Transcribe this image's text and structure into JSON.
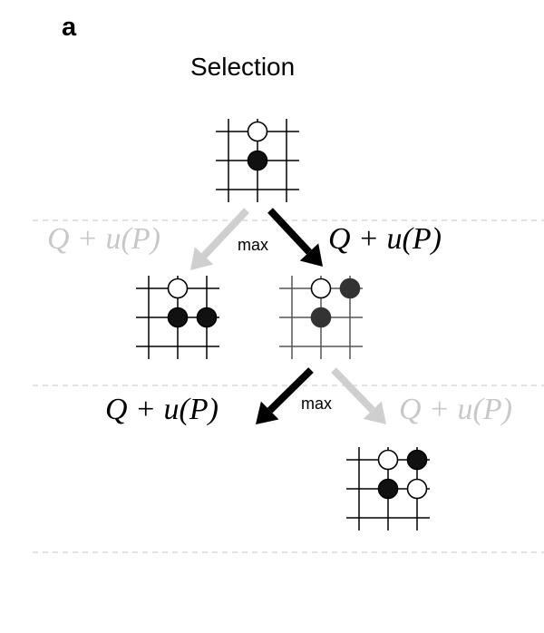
{
  "panel_label": "a",
  "title": "Selection",
  "formula": "Q + u(P)",
  "max_label": "max",
  "colors": {
    "active": "#000000",
    "faded": "#cfcfcf",
    "faded_text": "#c8c8c8",
    "divider": "#d0d0d0",
    "grid": "#000000",
    "root_stone_dark": "#111111",
    "dim_stone": "#333333"
  },
  "tree": {
    "root": {
      "stones": [
        {
          "pos": [
            1,
            0
          ],
          "color": "white"
        },
        {
          "pos": [
            1,
            1
          ],
          "color": "black"
        }
      ]
    },
    "level1": [
      {
        "label": "left-child",
        "selected": false,
        "stones": [
          {
            "pos": [
              1,
              0
            ],
            "color": "white"
          },
          {
            "pos": [
              1,
              1
            ],
            "color": "black"
          },
          {
            "pos": [
              2,
              1
            ],
            "color": "black"
          }
        ]
      },
      {
        "label": "right-child",
        "selected": true,
        "stones": [
          {
            "pos": [
              1,
              0
            ],
            "color": "white"
          },
          {
            "pos": [
              2,
              0
            ],
            "color": "darkgray"
          },
          {
            "pos": [
              1,
              1
            ],
            "color": "darkgray"
          }
        ]
      }
    ],
    "level2": [
      {
        "label": "leaf",
        "selected": false,
        "stones": [
          {
            "pos": [
              1,
              0
            ],
            "color": "white"
          },
          {
            "pos": [
              2,
              0
            ],
            "color": "black"
          },
          {
            "pos": [
              1,
              1
            ],
            "color": "black"
          },
          {
            "pos": [
              2,
              1
            ],
            "color": "white"
          }
        ]
      }
    ]
  }
}
